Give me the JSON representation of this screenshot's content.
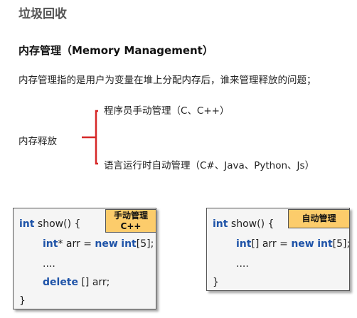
{
  "page": {
    "title": "垃圾回收",
    "subheading": "内存管理（Memory Management）",
    "description": "内存管理指的是用户为变量在堆上分配内存后，谁来管理释放的问题；",
    "branch_label": "内存释放",
    "branch_manual": "程序员手动管理（C、C++）",
    "branch_auto": "语言运行时自动管理（C#、Java、Python、Js）"
  },
  "manual_box": {
    "tag_line1": "手动管理",
    "tag_line2": "C++",
    "line1_kw": "int",
    "line1_rest": " show() {",
    "line2_kw1": "int",
    "line2_mid": "* arr = ",
    "line2_kw2": "new",
    "line2_sp": " ",
    "line2_kw3": "int",
    "line2_end": "[5];",
    "line3": "....",
    "line4_kw": "delete",
    "line4_rest": " [] arr;",
    "line5": "}"
  },
  "auto_box": {
    "tag": "自动管理",
    "line1_kw": "int",
    "line1_rest": " show() {",
    "line2_kw1": "int",
    "line2_mid": "[] arr = ",
    "line2_kw2": "new",
    "line2_sp": " ",
    "line2_kw3": "int",
    "line2_end": "[5];",
    "line3": "....",
    "line4": "}"
  },
  "colors": {
    "keyword": "#1e53a8",
    "tag_background": "#fccc6b",
    "bracket": "#d62828"
  }
}
